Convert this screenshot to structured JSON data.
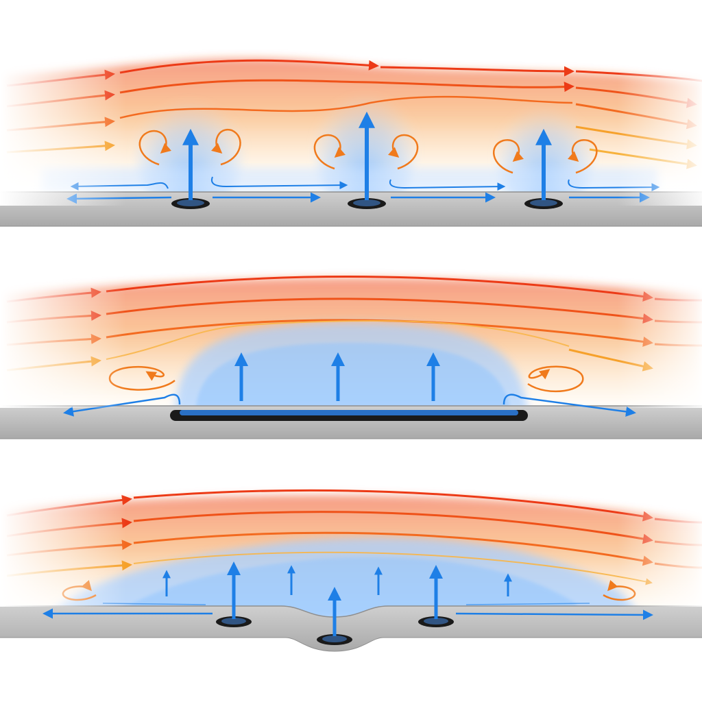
{
  "colors": {
    "background": "#ffffff",
    "hot_stream_dark": "#ec3a16",
    "hot_stream_mid": "#f36a1f",
    "hot_stream_light": "#f6a12a",
    "cool_jet": "#1e7fe6",
    "cool_glow": "#8cc3ff",
    "wall_fill": "#bcbcbc",
    "wall_edge": "#8e8e8e",
    "hole": "#1a1a1a"
  },
  "panels": [
    {
      "name": "panel-discrete-holes",
      "variant": "discrete_holes",
      "holes": 3,
      "vortex_pairs": 3
    },
    {
      "name": "panel-slot",
      "variant": "continuous_slot",
      "holes": 1,
      "vortex_pairs": 1
    },
    {
      "name": "panel-mixed-array",
      "variant": "staggered_holes",
      "holes": 3,
      "vortex_pairs": 1
    }
  ],
  "icons": [
    "hot-streamline-arrow-icon",
    "coolant-jet-arrow-icon",
    "recirculation-vortex-icon",
    "wall-film-arrow-icon"
  ]
}
